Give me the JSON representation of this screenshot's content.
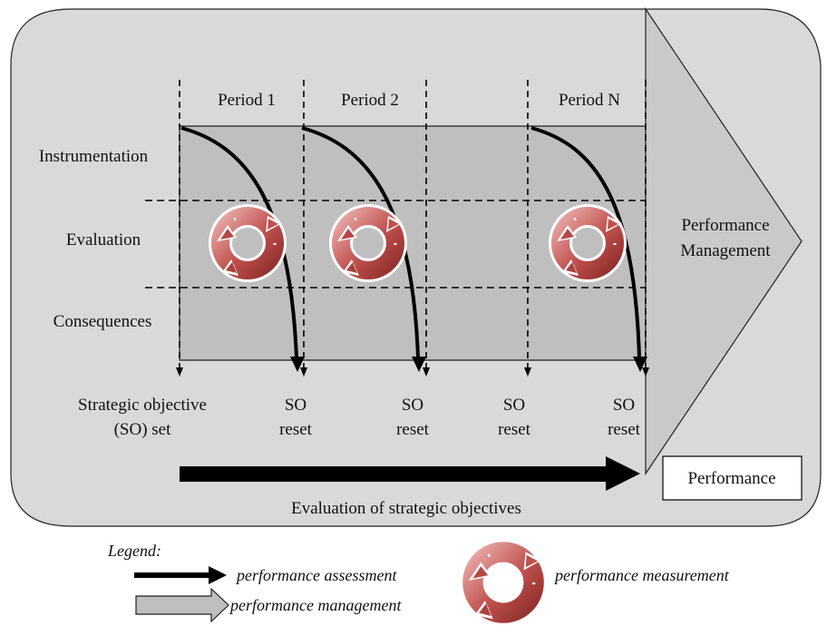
{
  "diagram": {
    "periods": [
      "Period 1",
      "Period 2",
      "Period N"
    ],
    "rows": [
      "Instrumentation",
      "Evaluation",
      "Consequences"
    ],
    "milestones": [
      {
        "line1": "Strategic objective",
        "line2": "(SO) set"
      },
      {
        "line1": "SO",
        "line2": "reset"
      },
      {
        "line1": "SO",
        "line2": "reset"
      },
      {
        "line1": "SO",
        "line2": "reset"
      },
      {
        "line1": "SO",
        "line2": "reset"
      }
    ],
    "pm_arrow": {
      "line1": "Performance",
      "line2": "Management"
    },
    "performance_box": "Performance",
    "evaluation_label": "Evaluation of strategic objectives"
  },
  "legend": {
    "title": "Legend:",
    "assessment": "performance assessment",
    "management": "performance management",
    "measurement": "performance measurement"
  },
  "colors": {
    "outer_panel": "#d9d9d9",
    "inner_area": "#c0c0c0",
    "cycle_red": "#c0504d",
    "cycle_light": "#e6a7a5",
    "arrow_black": "#000000"
  }
}
